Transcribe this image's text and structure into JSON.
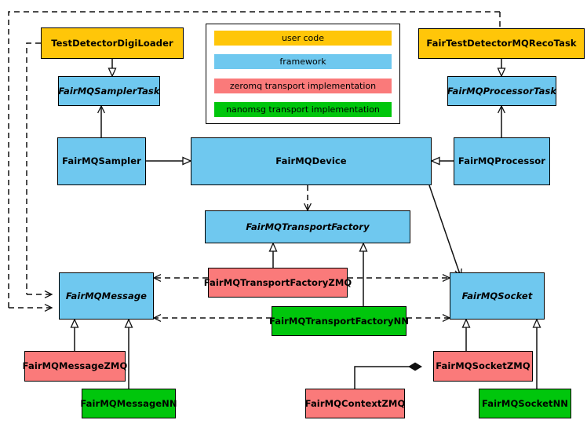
{
  "diagram": {
    "title": "FairMQ class diagram",
    "type": "uml-class-diagram",
    "outer_group_label": ""
  },
  "legend": {
    "name": "color-legend",
    "items": [
      {
        "label": "user code",
        "color": "#FFC609",
        "key": "user"
      },
      {
        "label": "framework",
        "color": "#6FC8EF",
        "key": "framework"
      },
      {
        "label": "zeromq transport implementation",
        "color": "#FA7A7A",
        "key": "zeromq"
      },
      {
        "label": "nanomsg transport implementation",
        "color": "#00C60C",
        "key": "nanomsg"
      }
    ]
  },
  "nodes": [
    {
      "id": "TestDetectorDigiLoader",
      "label": "TestDetectorDigiLoader",
      "category": "user",
      "abstract": false
    },
    {
      "id": "FairMQSamplerTask",
      "label": "FairMQSamplerTask",
      "category": "framework",
      "abstract": true
    },
    {
      "id": "FairMQSampler",
      "label": "FairMQSampler",
      "category": "framework",
      "abstract": false
    },
    {
      "id": "FairMQDevice",
      "label": "FairMQDevice",
      "category": "framework",
      "abstract": false
    },
    {
      "id": "FairTestDetectorMQRecoTask",
      "label": "FairTestDetectorMQRecoTask",
      "category": "user",
      "abstract": false
    },
    {
      "id": "FairMQProcessorTask",
      "label": "FairMQProcessorTask",
      "category": "framework",
      "abstract": true
    },
    {
      "id": "FairMQProcessor",
      "label": "FairMQProcessor",
      "category": "framework",
      "abstract": false
    },
    {
      "id": "FairMQTransportFactory",
      "label": "FairMQTransportFactory",
      "category": "framework",
      "abstract": true
    },
    {
      "id": "FairMQTransportFactoryZMQ",
      "label": "FairMQTransportFactoryZMQ",
      "category": "zeromq",
      "abstract": false
    },
    {
      "id": "FairMQTransportFactoryNN",
      "label": "FairMQTransportFactoryNN",
      "category": "nanomsg",
      "abstract": false
    },
    {
      "id": "FairMQMessage",
      "label": "FairMQMessage",
      "category": "framework",
      "abstract": true
    },
    {
      "id": "FairMQSocket",
      "label": "FairMQSocket",
      "category": "framework",
      "abstract": true
    },
    {
      "id": "FairMQMessageZMQ",
      "label": "FairMQMessageZMQ",
      "category": "zeromq",
      "abstract": false
    },
    {
      "id": "FairMQMessageNN",
      "label": "FairMQMessageNN",
      "category": "nanomsg",
      "abstract": false
    },
    {
      "id": "FairMQSocketZMQ",
      "label": "FairMQSocketZMQ",
      "category": "zeromq",
      "abstract": false
    },
    {
      "id": "FairMQSocketNN",
      "label": "FairMQSocketNN",
      "category": "nanomsg",
      "abstract": false
    },
    {
      "id": "FairMQContextZMQ",
      "label": "FairMQContextZMQ",
      "category": "zeromq",
      "abstract": false
    }
  ],
  "edges": [
    {
      "from": "TestDetectorDigiLoader",
      "to": "FairMQSamplerTask",
      "kind": "generalization"
    },
    {
      "from": "FairMQSamplerTask",
      "to": "FairMQSampler",
      "kind": "association"
    },
    {
      "from": "FairMQSampler",
      "to": "FairMQDevice",
      "kind": "generalization"
    },
    {
      "from": "FairTestDetectorMQRecoTask",
      "to": "FairMQProcessorTask",
      "kind": "generalization"
    },
    {
      "from": "FairMQProcessorTask",
      "to": "FairMQProcessor",
      "kind": "association"
    },
    {
      "from": "FairMQProcessor",
      "to": "FairMQDevice",
      "kind": "generalization"
    },
    {
      "from": "FairMQDevice",
      "to": "FairMQTransportFactory",
      "kind": "dependency"
    },
    {
      "from": "FairMQDevice",
      "to": "FairMQSocket",
      "kind": "association"
    },
    {
      "from": "FairMQTransportFactoryZMQ",
      "to": "FairMQTransportFactory",
      "kind": "generalization"
    },
    {
      "from": "FairMQTransportFactoryNN",
      "to": "FairMQTransportFactory",
      "kind": "generalization"
    },
    {
      "from": "FairMQTransportFactoryZMQ",
      "to": "FairMQMessage",
      "kind": "dependency"
    },
    {
      "from": "FairMQTransportFactoryZMQ",
      "to": "FairMQSocket",
      "kind": "dependency"
    },
    {
      "from": "FairMQTransportFactoryNN",
      "to": "FairMQMessage",
      "kind": "dependency"
    },
    {
      "from": "FairMQTransportFactoryNN",
      "to": "FairMQSocket",
      "kind": "dependency"
    },
    {
      "from": "TestDetectorDigiLoader",
      "to": "FairMQMessage",
      "kind": "dependency"
    },
    {
      "from": "FairTestDetectorMQRecoTask",
      "to": "FairMQMessage",
      "kind": "dependency"
    },
    {
      "from": "FairMQMessageZMQ",
      "to": "FairMQMessage",
      "kind": "generalization"
    },
    {
      "from": "FairMQMessageNN",
      "to": "FairMQMessage",
      "kind": "generalization"
    },
    {
      "from": "FairMQSocketZMQ",
      "to": "FairMQSocket",
      "kind": "generalization"
    },
    {
      "from": "FairMQSocketNN",
      "to": "FairMQSocket",
      "kind": "generalization"
    },
    {
      "from": "FairMQContextZMQ",
      "to": "FairMQSocketZMQ",
      "kind": "composition"
    }
  ]
}
